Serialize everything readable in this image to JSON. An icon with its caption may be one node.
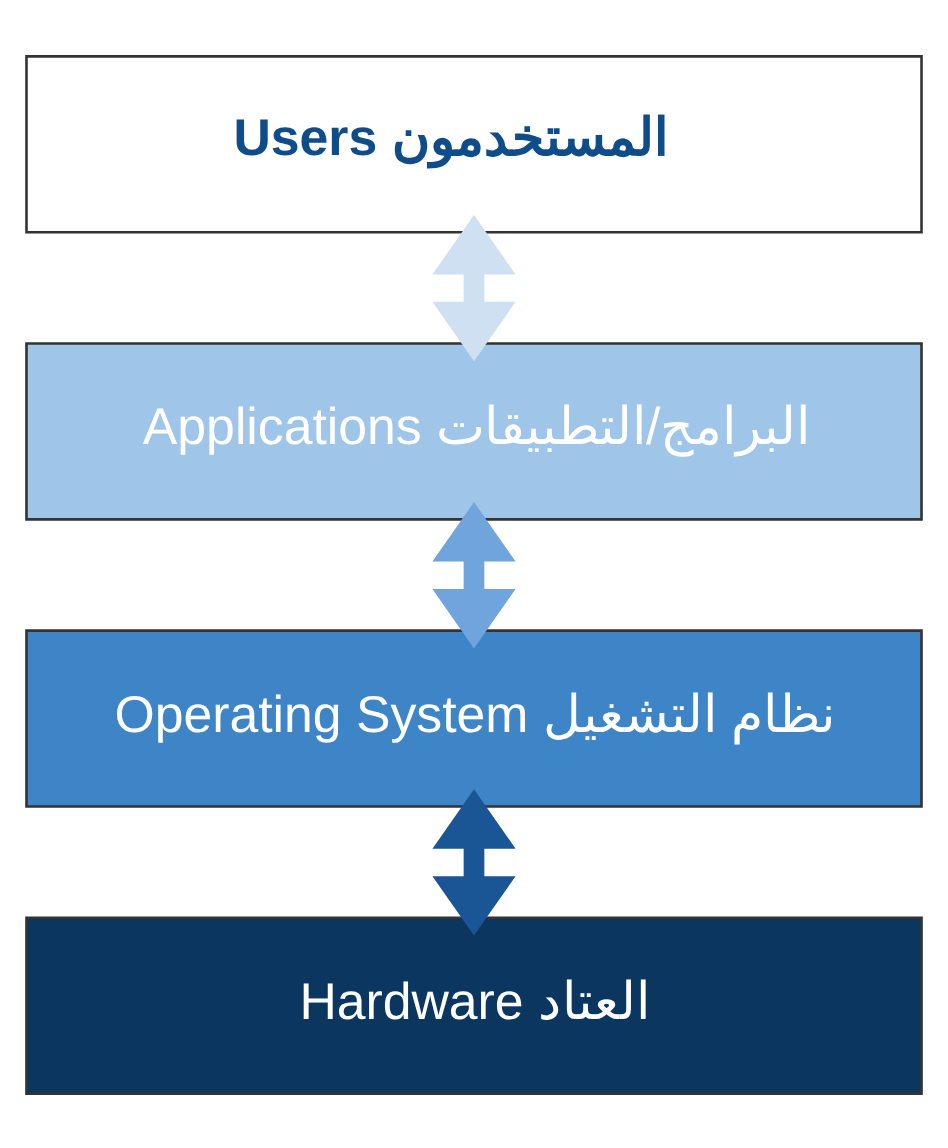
{
  "diagram": {
    "nodes": [
      {
        "text": [
          "Users المستخدمون"
        ]
      },
      {
        "text": [
          "Applications البرامج/التطبيقات"
        ]
      },
      {
        "text": [
          "Operating System نظام التشغيل"
        ]
      },
      {
        "text": [
          "Hardware العتاد"
        ]
      }
    ],
    "edges": [
      {
        "from": 0,
        "to": 1,
        "arrow": "both",
        "color": "#cfe0f2"
      },
      {
        "from": 1,
        "to": 2,
        "arrow": "both",
        "color": "#6fa4dc"
      },
      {
        "from": 2,
        "to": 3,
        "arrow": "both",
        "color": "#1a5696"
      }
    ]
  }
}
